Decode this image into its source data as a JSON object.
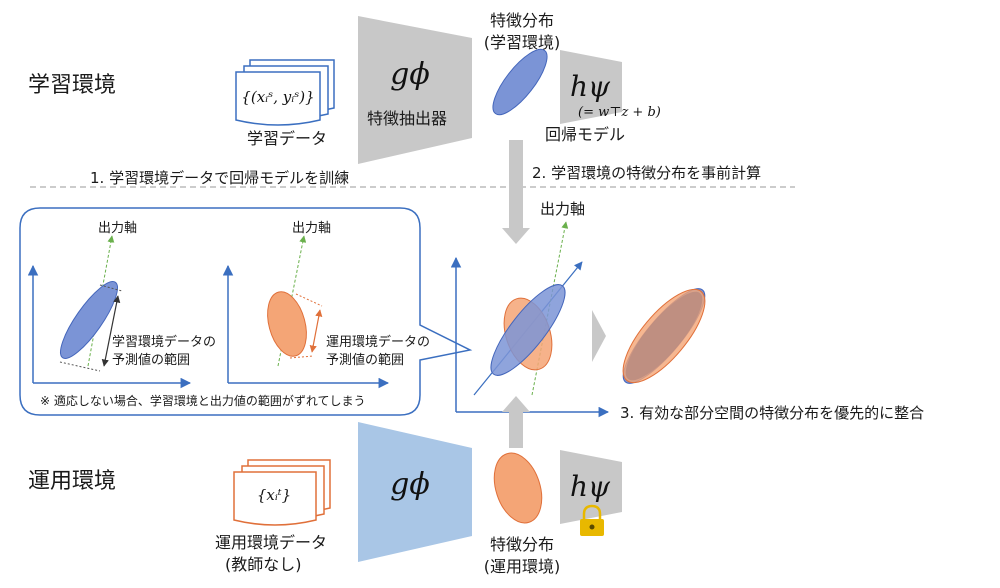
{
  "sections": {
    "train_env_label": "学習環境",
    "deploy_env_label": "運用環境"
  },
  "train": {
    "data_box_formula": "{(xᵢˢ, yᵢˢ)}",
    "data_label": "学習データ",
    "encoder_symbol": "gϕ",
    "encoder_label": "特徴抽出器",
    "feature_dist_title_1": "特徴分布",
    "feature_dist_title_2": "(学習環境)",
    "head_symbol": "hψ",
    "head_formula": "(= w⊤z + b)",
    "head_label": "回帰モデル"
  },
  "steps": {
    "step1": "1. 学習環境データで回帰モデルを訓練",
    "step2": "2. 学習環境の特徴分布を事前計算",
    "step3": "3. 有効な部分空間の特徴分布を優先的に整合"
  },
  "callout": {
    "left_axis_label": "出力軸",
    "left_range_label_1": "学習環境データの",
    "left_range_label_2": "予測値の範囲",
    "right_axis_label": "出力軸",
    "right_range_label_1": "運用環境データの",
    "right_range_label_2": "予測値の範囲",
    "note": "※ 適応しない場合、学習環境と出力値の範囲がずれてしまう"
  },
  "center": {
    "axis_label": "出力軸"
  },
  "deploy": {
    "data_box_formula": "{xᵢᵗ}",
    "data_label_1": "運用環境データ",
    "data_label_2": "(教師なし)",
    "encoder_symbol": "gϕ",
    "feature_dist_title_1": "特徴分布",
    "feature_dist_title_2": "(運用環境)",
    "head_symbol": "hψ"
  },
  "icons": {
    "train_data": "document-stack-icon",
    "deploy_data": "document-stack-icon",
    "lock": "lock-icon"
  },
  "colors": {
    "blue_fill": "#7b94d6",
    "blue_stroke": "#4466bb",
    "orange_fill": "#f4a576",
    "orange_stroke": "#e0703a",
    "green": "#6ab04c",
    "gray": "#c8c8c8",
    "encoder_deploy": "#a9c6e6",
    "axis": "#3b6fc0",
    "lock": "#e8b800"
  }
}
